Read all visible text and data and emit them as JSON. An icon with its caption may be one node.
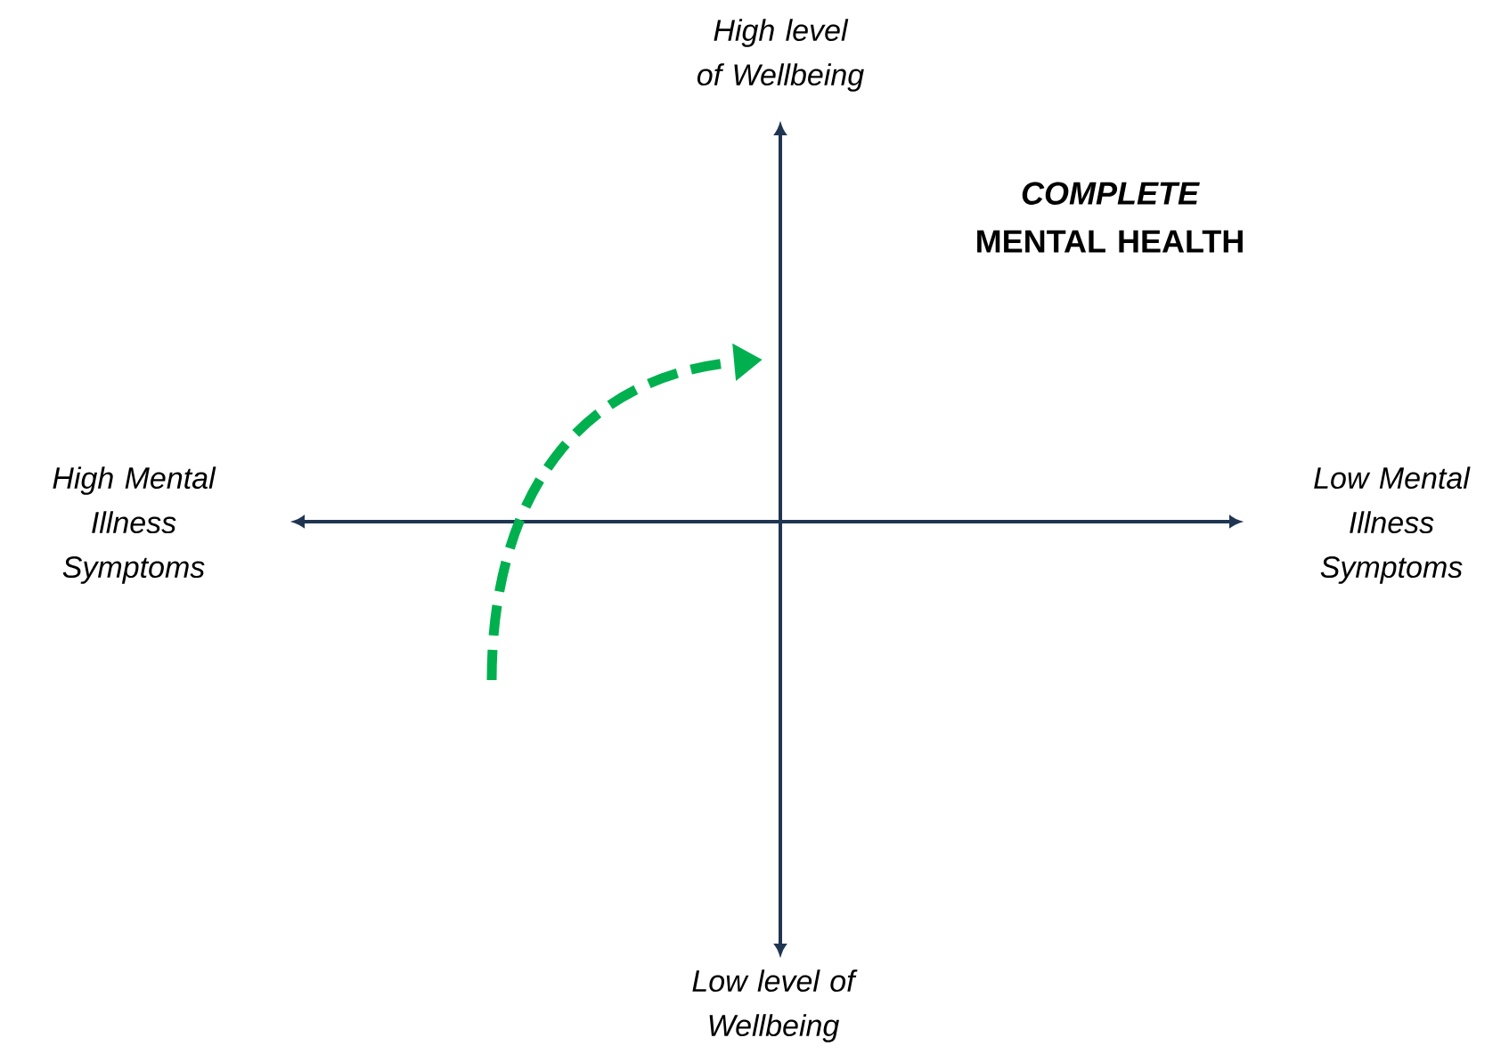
{
  "diagram": {
    "labels": [
      "High level of Wellbeing",
      "*COMPLETE* MENTAL HEALTH",
      "High Mental Illness Symptoms",
      "Low Mental Illness Symptoms",
      "Low level of Wellbeing"
    ]
  }
}
